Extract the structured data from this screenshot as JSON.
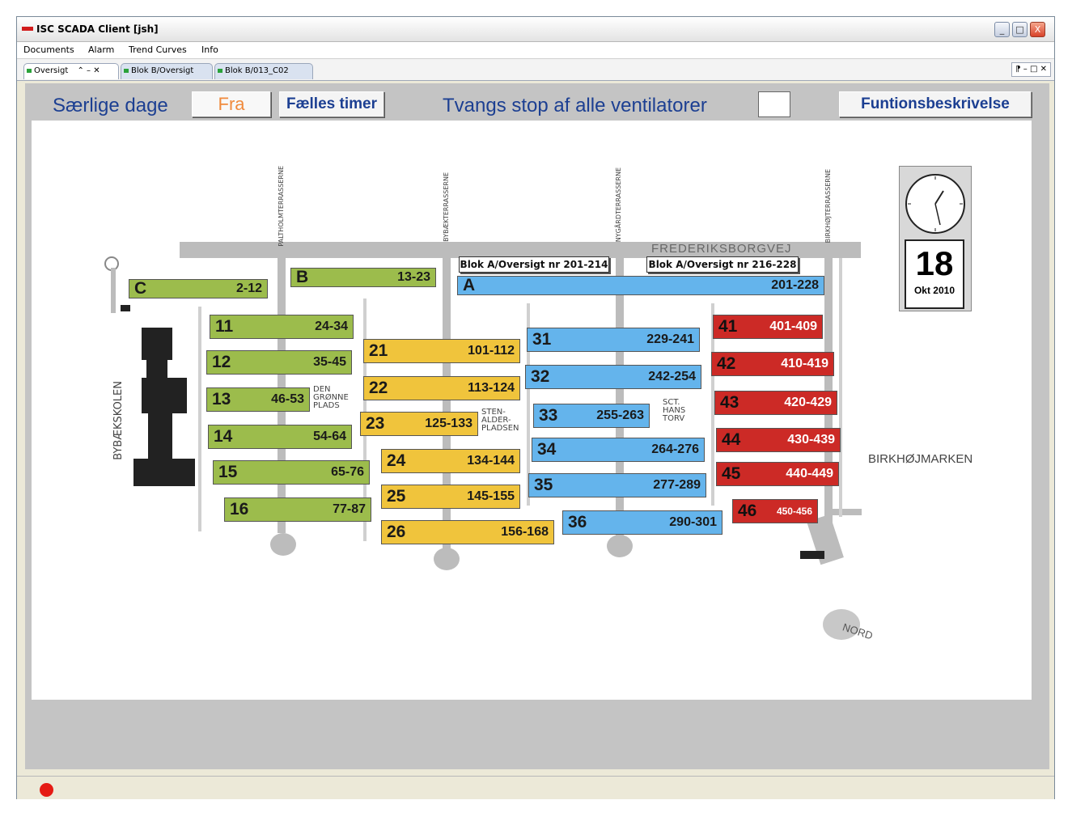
{
  "window": {
    "title": "ISC SCADA Client [jsh]",
    "controls": [
      "_",
      "□",
      "X"
    ]
  },
  "menu": [
    "Documents",
    "Alarm",
    "Trend Curves",
    "Info"
  ],
  "tabs": [
    {
      "label": "Oversigt",
      "extra": "⌃ – ✕"
    },
    {
      "label": "Blok B/Oversigt"
    },
    {
      "label": "Blok B/013_C02"
    }
  ],
  "tab_controls": "⁋ – □ ✕",
  "header": {
    "saerlige_dage": "Særlige dage",
    "fra": "Fra",
    "faelles_timer": "Fælles timer",
    "tvangs_stop": "Tvangs stop af alle ventilatorer",
    "funtions": "Funtionsbeskrivelse"
  },
  "clock": {
    "day": "18",
    "month_year": "Okt 2010"
  },
  "streets": {
    "frederiksborgvej": "FREDERIKSBORGVEJ",
    "paltho": "PALTHOLMTERRASSERNE",
    "bybaek": "BYBÆKTERRASSERNE",
    "nygaard": "NYGÅRDTERRASSERNE",
    "birkhoj": "BIRKHØJTERRASSERNE",
    "bybaekskolen": "BYBÆKSKOLEN",
    "birkhojmarken": "BIRKHØJMARKEN",
    "den_gronne": "DEN GRØNNE PLADS",
    "sten_alder": "STEN-ALDER-PLADSEN",
    "sct_hans": "SCT. HANS TORV",
    "nord": "NORD"
  },
  "links": {
    "blok_a_201": "Blok A/Oversigt nr 201-214",
    "blok_a_216": "Blok A/Oversigt nr 216-228"
  },
  "blocks": {
    "C": {
      "num": "C",
      "range": "2-12"
    },
    "B": {
      "num": "B",
      "range": "13-23"
    },
    "A": {
      "num": "A",
      "range": "201-228"
    },
    "b11": {
      "num": "11",
      "range": "24-34"
    },
    "b12": {
      "num": "12",
      "range": "35-45"
    },
    "b13": {
      "num": "13",
      "range": "46-53"
    },
    "b14": {
      "num": "14",
      "range": "54-64"
    },
    "b15": {
      "num": "15",
      "range": "65-76"
    },
    "b16": {
      "num": "16",
      "range": "77-87"
    },
    "b21": {
      "num": "21",
      "range": "101-112"
    },
    "b22": {
      "num": "22",
      "range": "113-124"
    },
    "b23": {
      "num": "23",
      "range": "125-133"
    },
    "b24": {
      "num": "24",
      "range": "134-144"
    },
    "b25": {
      "num": "25",
      "range": "145-155"
    },
    "b26": {
      "num": "26",
      "range": "156-168"
    },
    "b31": {
      "num": "31",
      "range": "229-241"
    },
    "b32": {
      "num": "32",
      "range": "242-254"
    },
    "b33": {
      "num": "33",
      "range": "255-263"
    },
    "b34": {
      "num": "34",
      "range": "264-276"
    },
    "b35": {
      "num": "35",
      "range": "277-289"
    },
    "b36": {
      "num": "36",
      "range": "290-301"
    },
    "b41": {
      "num": "41",
      "range": "401-409"
    },
    "b42": {
      "num": "42",
      "range": "410-419"
    },
    "b43": {
      "num": "43",
      "range": "420-429"
    },
    "b44": {
      "num": "44",
      "range": "430-439"
    },
    "b45": {
      "num": "45",
      "range": "440-449"
    },
    "b46": {
      "num": "46",
      "range": "450-456"
    }
  },
  "colors": {
    "green": "#9cbc4c",
    "yellow": "#f0c43c",
    "blue": "#64b4ec",
    "red": "#cc2a26",
    "header_text": "#1c3f92",
    "status_alarm": "#e51b14"
  }
}
